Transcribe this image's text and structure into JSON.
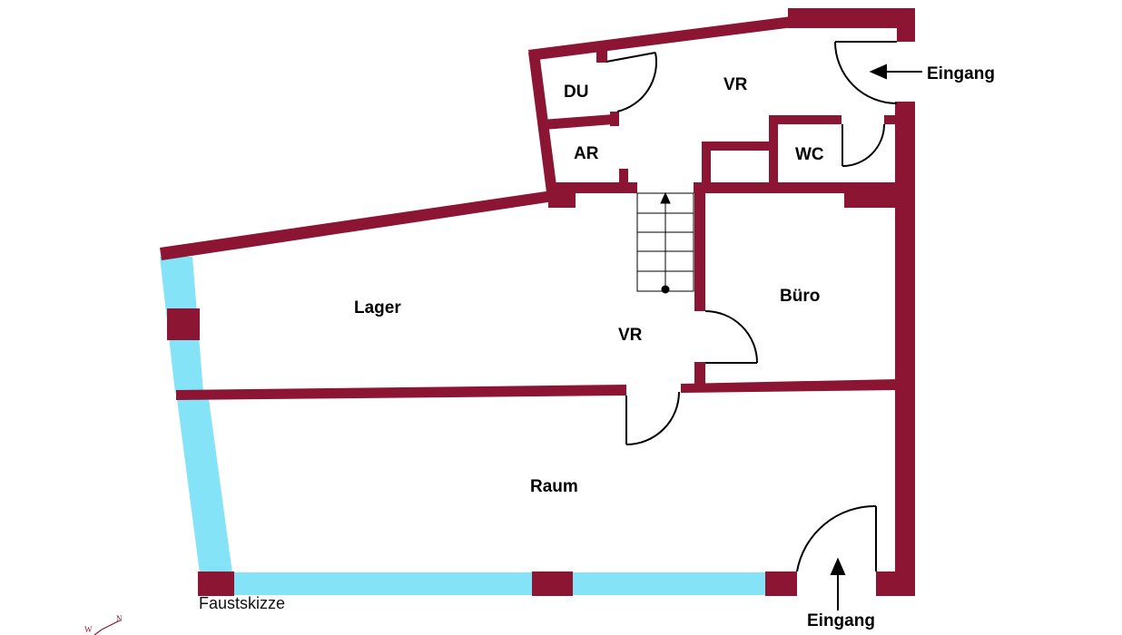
{
  "colors": {
    "wall": "#8b1532",
    "window": "#84e3f7",
    "background": "#ffffff"
  },
  "rooms": {
    "du": "DU",
    "vr_upper": "VR",
    "ar": "AR",
    "wc": "WC",
    "lager": "Lager",
    "vr_lower": "VR",
    "buero": "Büro",
    "raum": "Raum"
  },
  "entrances": {
    "top": "Eingang",
    "bottom": "Eingang"
  },
  "note": "Faustskizze",
  "compass": {
    "n": "N",
    "w": "W"
  },
  "icons": [
    "arrow-icon",
    "stair-arrow-icon",
    "door-swing-icon",
    "compass-icon"
  ]
}
